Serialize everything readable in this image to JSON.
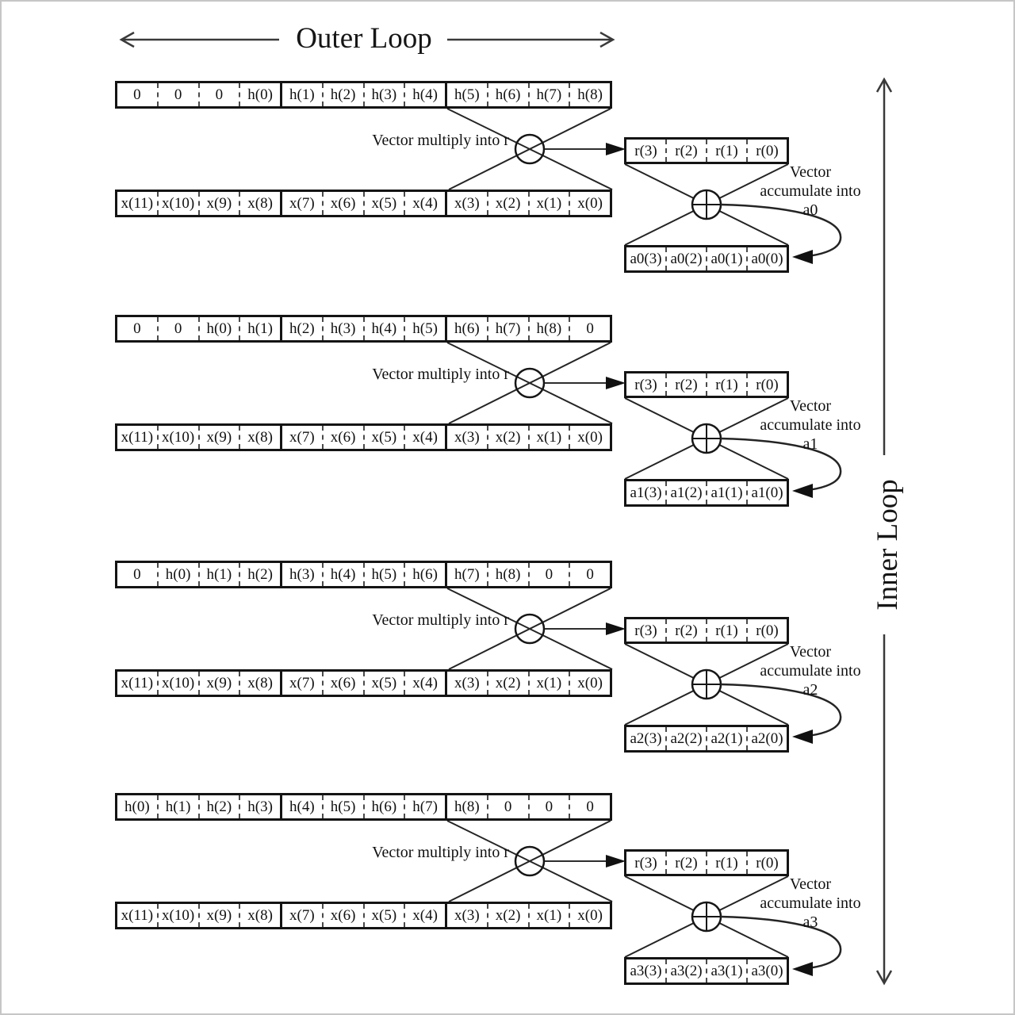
{
  "titles": {
    "outer_loop": "Outer Loop",
    "inner_loop": "Inner Loop"
  },
  "blocks": [
    {
      "h_row": [
        "0",
        "0",
        "0",
        "h(0)",
        "h(1)",
        "h(2)",
        "h(3)",
        "h(4)",
        "h(5)",
        "h(6)",
        "h(7)",
        "h(8)"
      ],
      "x_row": [
        "x(11)",
        "x(10)",
        "x(9)",
        "x(8)",
        "x(7)",
        "x(6)",
        "x(5)",
        "x(4)",
        "x(3)",
        "x(2)",
        "x(1)",
        "x(0)"
      ],
      "multiply_label": "Vector multiply into r",
      "r_row": [
        "r(3)",
        "r(2)",
        "r(1)",
        "r(0)"
      ],
      "accumulate_lines": [
        "Vector",
        "accumulate into",
        "a0"
      ],
      "a_row": [
        "a0(3)",
        "a0(2)",
        "a0(1)",
        "a0(0)"
      ]
    },
    {
      "h_row": [
        "0",
        "0",
        "h(0)",
        "h(1)",
        "h(2)",
        "h(3)",
        "h(4)",
        "h(5)",
        "h(6)",
        "h(7)",
        "h(8)",
        "0"
      ],
      "x_row": [
        "x(11)",
        "x(10)",
        "x(9)",
        "x(8)",
        "x(7)",
        "x(6)",
        "x(5)",
        "x(4)",
        "x(3)",
        "x(2)",
        "x(1)",
        "x(0)"
      ],
      "multiply_label": "Vector multiply into r",
      "r_row": [
        "r(3)",
        "r(2)",
        "r(1)",
        "r(0)"
      ],
      "accumulate_lines": [
        "Vector",
        "accumulate into",
        "a1"
      ],
      "a_row": [
        "a1(3)",
        "a1(2)",
        "a1(1)",
        "a1(0)"
      ]
    },
    {
      "h_row": [
        "0",
        "h(0)",
        "h(1)",
        "h(2)",
        "h(3)",
        "h(4)",
        "h(5)",
        "h(6)",
        "h(7)",
        "h(8)",
        "0",
        "0"
      ],
      "x_row": [
        "x(11)",
        "x(10)",
        "x(9)",
        "x(8)",
        "x(7)",
        "x(6)",
        "x(5)",
        "x(4)",
        "x(3)",
        "x(2)",
        "x(1)",
        "x(0)"
      ],
      "multiply_label": "Vector multiply into r",
      "r_row": [
        "r(3)",
        "r(2)",
        "r(1)",
        "r(0)"
      ],
      "accumulate_lines": [
        "Vector",
        "accumulate into",
        "a2"
      ],
      "a_row": [
        "a2(3)",
        "a2(2)",
        "a2(1)",
        "a2(0)"
      ]
    },
    {
      "h_row": [
        "h(0)",
        "h(1)",
        "h(2)",
        "h(3)",
        "h(4)",
        "h(5)",
        "h(6)",
        "h(7)",
        "h(8)",
        "0",
        "0",
        "0"
      ],
      "x_row": [
        "x(11)",
        "x(10)",
        "x(9)",
        "x(8)",
        "x(7)",
        "x(6)",
        "x(5)",
        "x(4)",
        "x(3)",
        "x(2)",
        "x(1)",
        "x(0)"
      ],
      "multiply_label": "Vector multiply into r",
      "r_row": [
        "r(3)",
        "r(2)",
        "r(1)",
        "r(0)"
      ],
      "accumulate_lines": [
        "Vector",
        "accumulate into",
        "a3"
      ],
      "a_row": [
        "a3(3)",
        "a3(2)",
        "a3(1)",
        "a3(0)"
      ]
    }
  ]
}
